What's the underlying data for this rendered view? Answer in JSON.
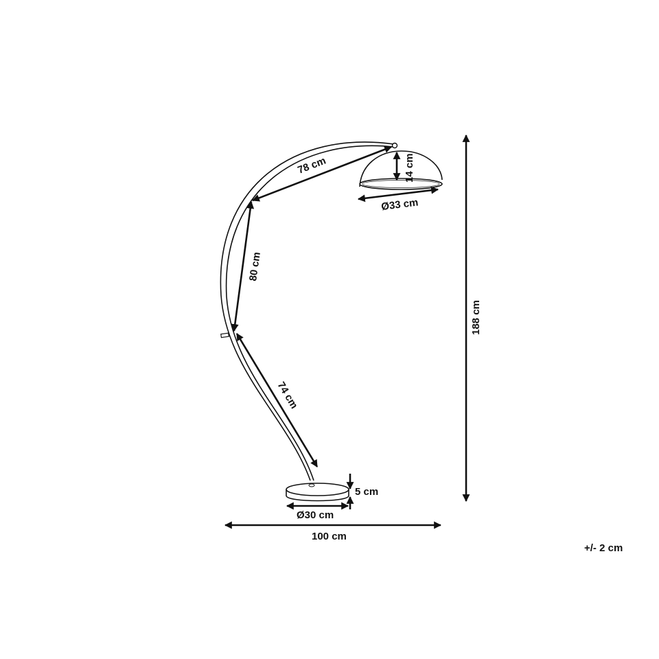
{
  "diagram": {
    "dimensions": {
      "arm_upper": "78 cm",
      "shade_height": "14 cm",
      "shade_diameter": "Ø33 cm",
      "arm_middle": "80 cm",
      "arm_lower": "74 cm",
      "base_height": "5 cm",
      "base_diameter": "Ø30 cm",
      "total_width": "100 cm",
      "total_height": "188 cm"
    },
    "tolerance": "+/- 2 cm"
  }
}
